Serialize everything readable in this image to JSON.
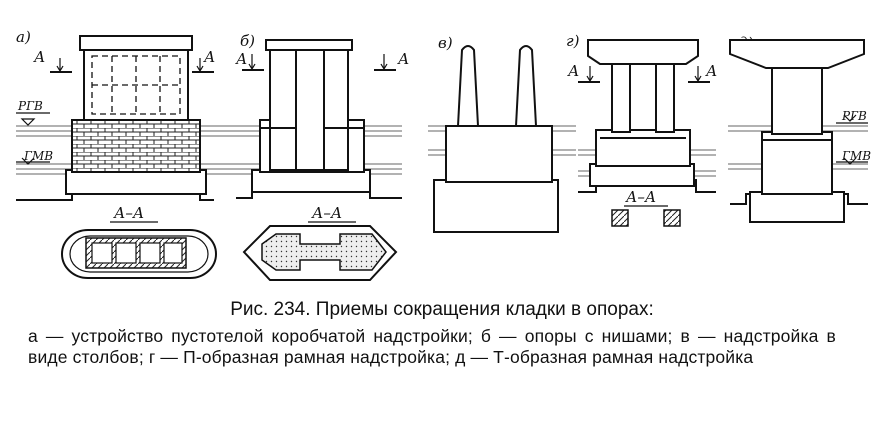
{
  "figure": {
    "labels": {
      "a": "а)",
      "b": "б)",
      "v": "в)",
      "g": "г)",
      "d": "д)",
      "section_mark": "А",
      "section": "А–А",
      "rgv": "РГВ",
      "gmv": "ГМВ"
    }
  },
  "caption": {
    "title": "Рис. 234. Приемы сокращения кладки в опорах:",
    "text": "а — устройство пустотелой коробчатой надстройки; б — опоры с нишами; в — надстройка в виде столбов; г — П-образная рамная надстройка; д — Т-образная рамная надстройка"
  }
}
